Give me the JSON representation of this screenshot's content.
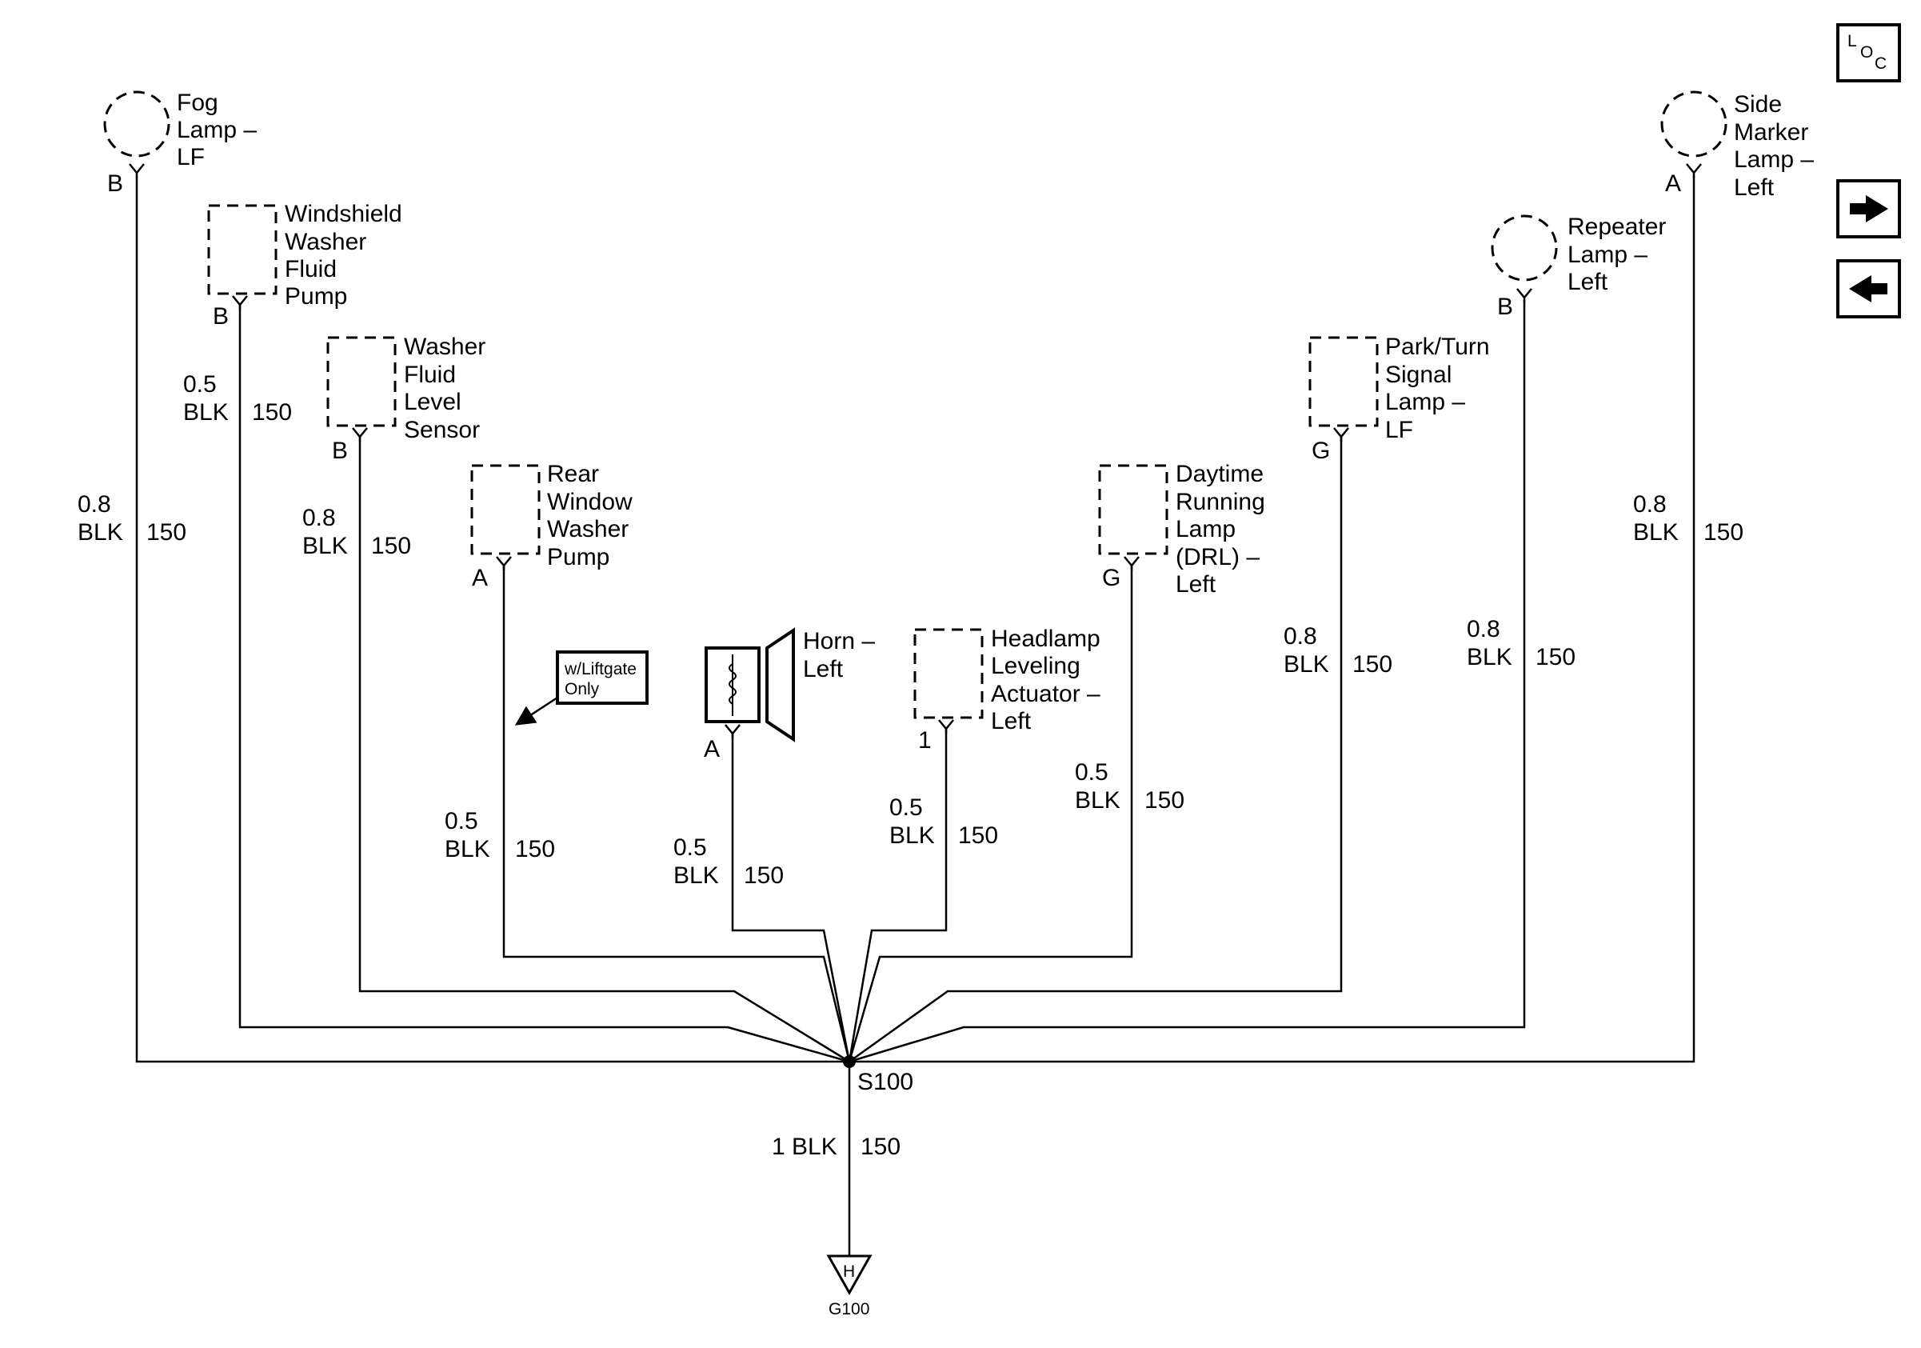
{
  "toolbar": {
    "loc_label": [
      "L",
      "O",
      "C"
    ],
    "next_icon": "arrow-right-icon",
    "prev_icon": "arrow-left-icon"
  },
  "components": {
    "fog_lamp": {
      "name_lines": [
        "Fog",
        "Lamp –",
        "LF"
      ],
      "pin": "B",
      "wire_size": "0.8",
      "wire_color": "BLK",
      "circuit": "150"
    },
    "windshield_pump": {
      "name_lines": [
        "Windshield",
        "Washer",
        "Fluid",
        "Pump"
      ],
      "pin": "B",
      "wire_size": "0.5",
      "wire_color": "BLK",
      "circuit": "150"
    },
    "level_sensor": {
      "name_lines": [
        "Washer",
        "Fluid",
        "Level",
        "Sensor"
      ],
      "pin": "B",
      "wire_size": "0.8",
      "wire_color": "BLK",
      "circuit": "150"
    },
    "rear_pump": {
      "name_lines": [
        "Rear",
        "Window",
        "Washer",
        "Pump"
      ],
      "pin": "A",
      "wire_size": "0.5",
      "wire_color": "BLK",
      "circuit": "150"
    },
    "horn": {
      "name_lines": [
        "Horn –",
        "Left"
      ],
      "pin": "A",
      "wire_size": "0.5",
      "wire_color": "BLK",
      "circuit": "150"
    },
    "leveling": {
      "name_lines": [
        "Headlamp",
        "Leveling",
        "Actuator –",
        "Left"
      ],
      "pin": "1",
      "wire_size": "0.5",
      "wire_color": "BLK",
      "circuit": "150"
    },
    "drl": {
      "name_lines": [
        "Daytime",
        "Running",
        "Lamp",
        "(DRL) –",
        "Left"
      ],
      "pin": "G",
      "wire_size": "0.5",
      "wire_color": "BLK",
      "circuit": "150"
    },
    "park_turn": {
      "name_lines": [
        "Park/Turn",
        "Signal",
        "Lamp –",
        "LF"
      ],
      "pin": "G",
      "wire_size": "0.8",
      "wire_color": "BLK",
      "circuit": "150"
    },
    "repeater": {
      "name_lines": [
        "Repeater",
        "Lamp –",
        "Left"
      ],
      "pin": "B",
      "wire_size": "0.8",
      "wire_color": "BLK",
      "circuit": "150"
    },
    "side_marker": {
      "name_lines": [
        "Side",
        "Marker",
        "Lamp –",
        "Left"
      ],
      "pin": "A",
      "wire_size": "0.8",
      "wire_color": "BLK",
      "circuit": "150"
    }
  },
  "option_note": [
    "w/Liftgate",
    "Only"
  ],
  "splice": {
    "label": "S100"
  },
  "ground_wire": {
    "label": "1 BLK",
    "circuit": "150"
  },
  "ground": {
    "letter": "H",
    "label": "G100"
  }
}
